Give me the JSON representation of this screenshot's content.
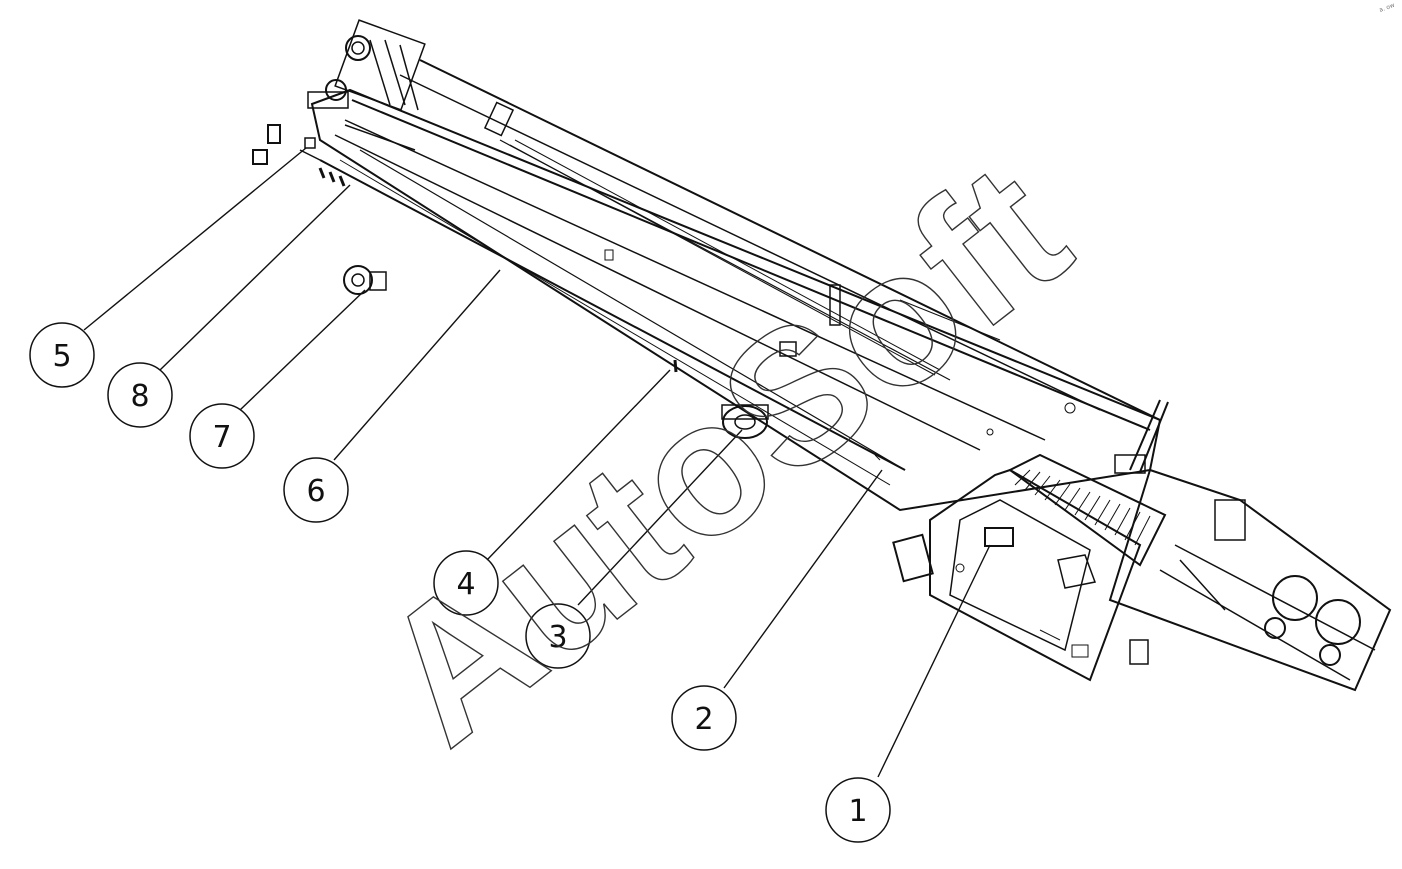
{
  "callouts": [
    {
      "id": "5",
      "label": "5"
    },
    {
      "id": "8",
      "label": "8"
    },
    {
      "id": "7",
      "label": "7"
    },
    {
      "id": "6",
      "label": "6"
    },
    {
      "id": "4",
      "label": "4"
    },
    {
      "id": "3",
      "label": "3"
    },
    {
      "id": "2",
      "label": "2"
    },
    {
      "id": "1",
      "label": "1"
    }
  ],
  "watermark": "AutoSoft",
  "corner_mark": "a. ow"
}
